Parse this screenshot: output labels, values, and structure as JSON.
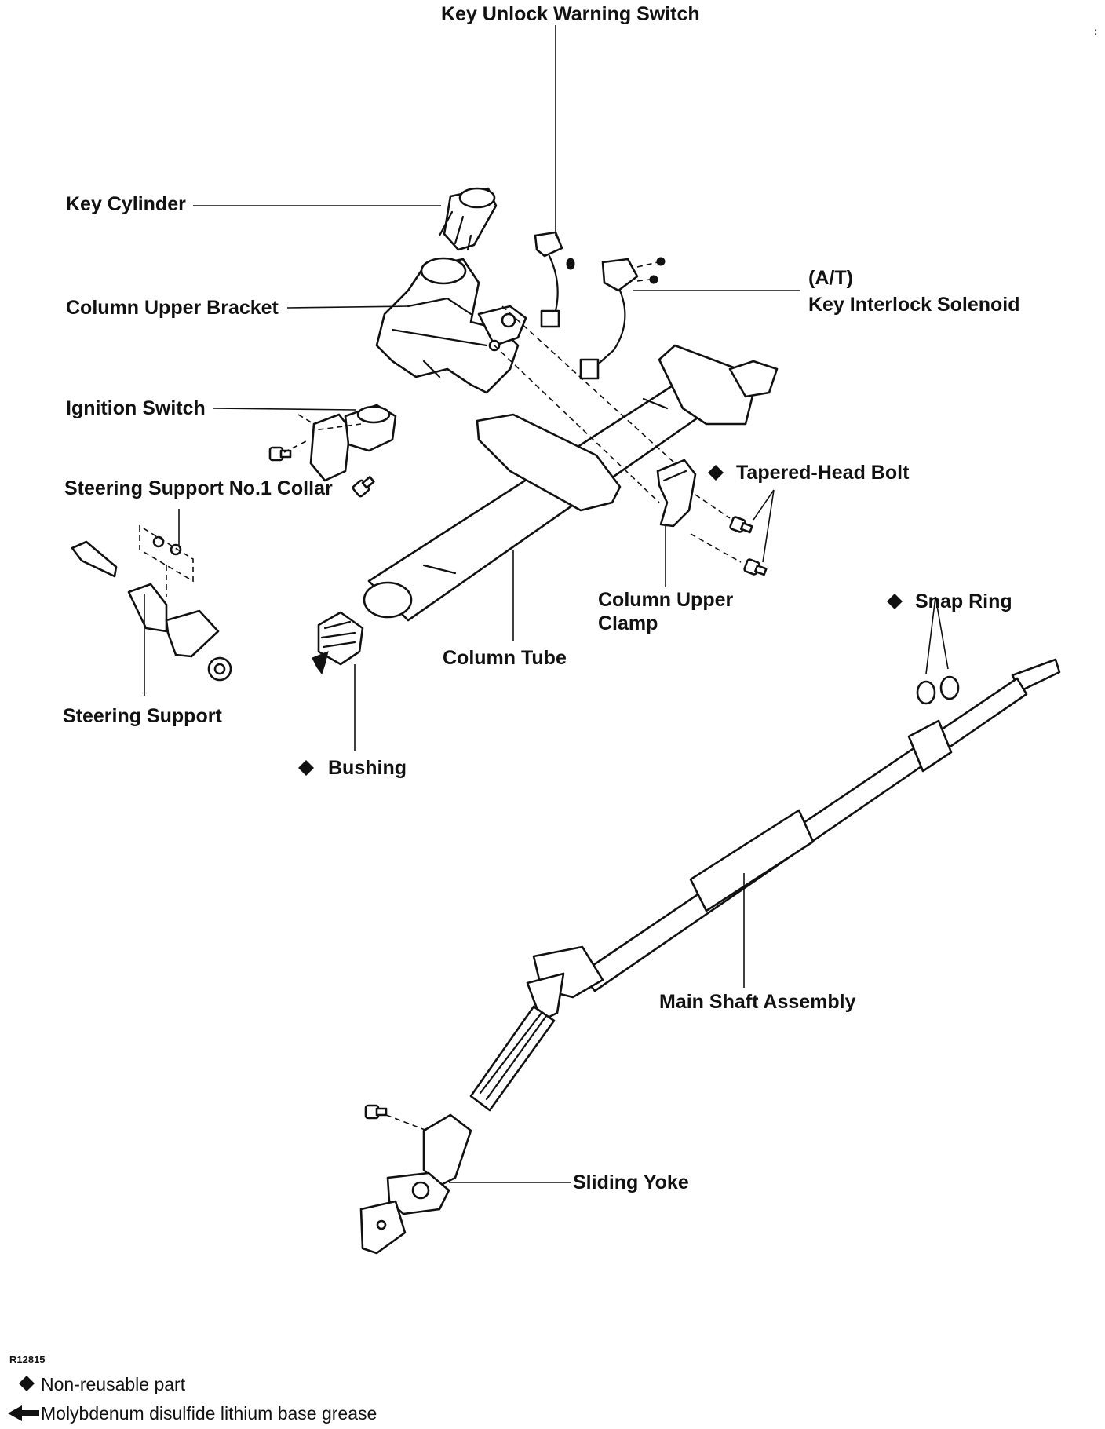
{
  "labels": {
    "key_unlock_warning_switch": "Key Unlock Warning Switch",
    "key_cylinder": "Key Cylinder",
    "column_upper_bracket": "Column Upper Bracket",
    "at": "(A/T)",
    "key_interlock_solenoid": "Key Interlock Solenoid",
    "ignition_switch": "Ignition Switch",
    "tapered_head_bolt": "Tapered-Head Bolt",
    "steering_support_no1_collar": "Steering Support No.1 Collar",
    "column_upper_clamp_line1": "Column Upper",
    "column_upper_clamp_line2": "Clamp",
    "snap_ring": "Snap Ring",
    "column_tube": "Column Tube",
    "steering_support": "Steering Support",
    "bushing": "Bushing",
    "main_shaft_assembly": "Main Shaft Assembly",
    "sliding_yoke": "Sliding Yoke"
  },
  "figure_code": "R12815",
  "legend": {
    "non_reusable": "Non-reusable part",
    "grease": "Molybdenum disulfide lithium base grease"
  },
  "corner_mark": ":"
}
